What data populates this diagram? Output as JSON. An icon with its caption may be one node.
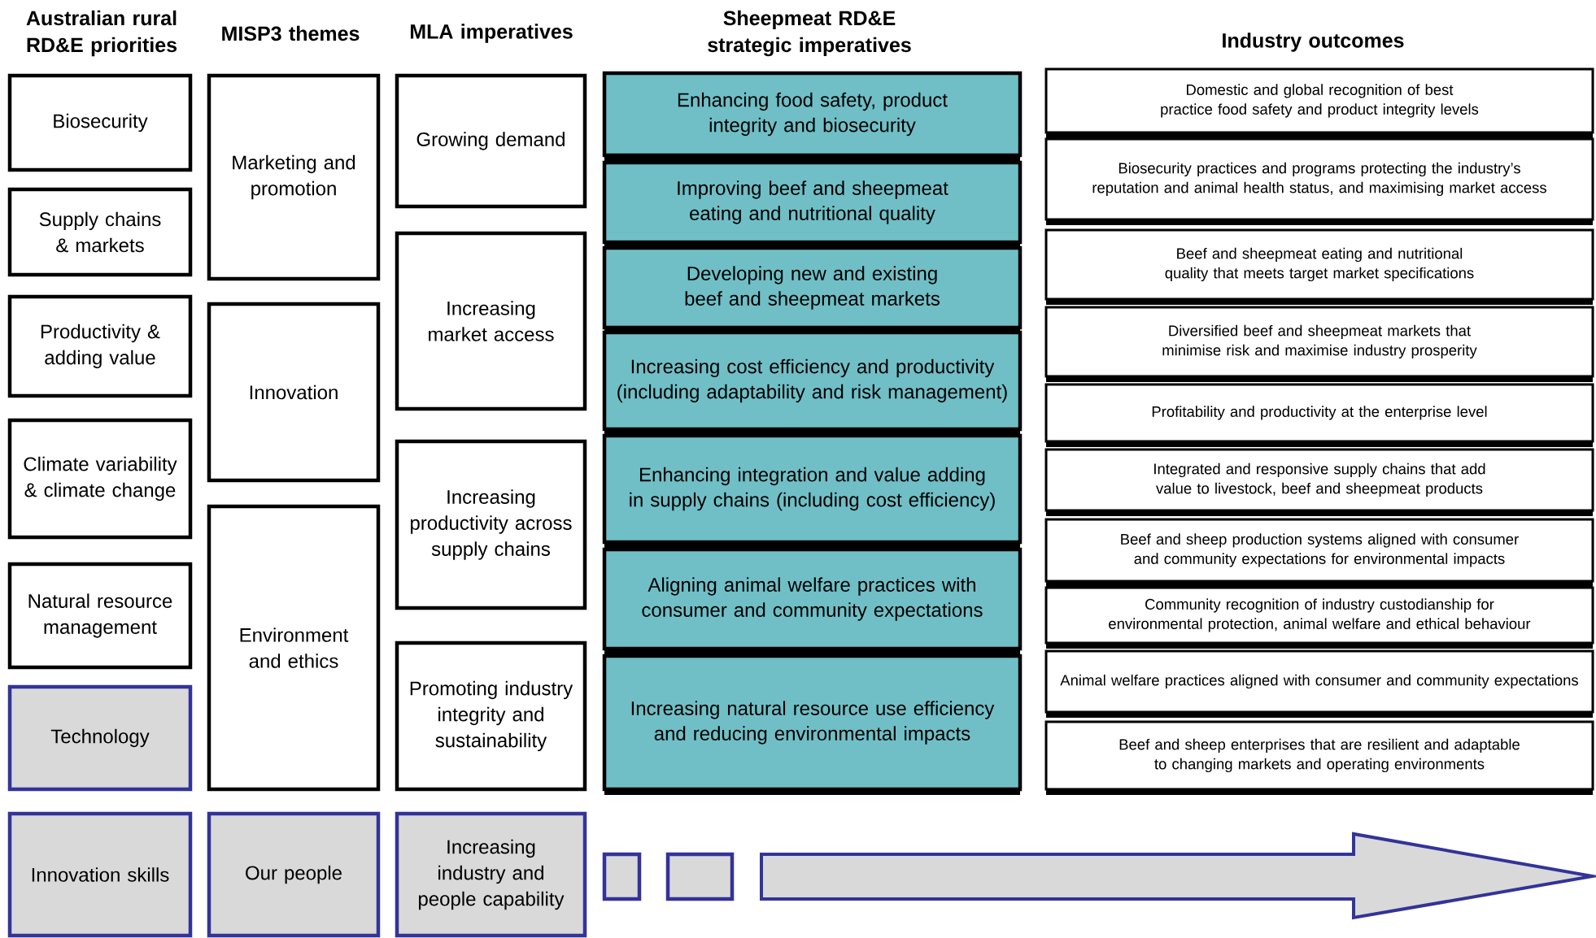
{
  "diagram": {
    "nodes": [
      {
        "text": [
          "Biosecurity"
        ]
      },
      {
        "text": [
          "Supply chains & markets"
        ]
      },
      {
        "text": [
          "Productivity & adding value"
        ]
      },
      {
        "text": [
          "Climate variability & climate change"
        ]
      },
      {
        "text": [
          "Natural resource management"
        ]
      },
      {
        "text": [
          "Technology"
        ]
      },
      {
        "text": [
          "Innovation skills"
        ]
      },
      {
        "text": [
          "Marketing and promotion"
        ]
      },
      {
        "text": [
          "Innovation"
        ]
      },
      {
        "text": [
          "Environment and ethics"
        ]
      },
      {
        "text": [
          "Our people"
        ]
      },
      {
        "text": [
          "Growing demand"
        ]
      },
      {
        "text": [
          "Increasing market access"
        ]
      },
      {
        "text": [
          "Increasing productivity across supply chains"
        ]
      },
      {
        "text": [
          "Promoting industry integrity and sustainability"
        ]
      },
      {
        "text": [
          "Increasing industry and people capability"
        ]
      },
      {
        "text": [
          "Enhancing food safety, product integrity and biosecurity"
        ]
      },
      {
        "text": [
          "Improving beef and sheepmeat eating and nutritional quality"
        ]
      },
      {
        "text": [
          "Developing new and existing beef and sheepmeat markets"
        ]
      },
      {
        "text": [
          "Increasing cost efficiency and productivity (including adaptability and risk management)"
        ]
      },
      {
        "text": [
          "Enhancing integration and value adding in supply chains (including cost efficiency)"
        ]
      },
      {
        "text": [
          "Aligning animal welfare practices with consumer and community expectations"
        ]
      },
      {
        "text": [
          "Increasing natural resource use efficiency and reducing environmental impacts"
        ]
      },
      {
        "text": [
          "Domestic and global recognition of best practice food safety and product integrity levels"
        ]
      },
      {
        "text": [
          "Biosecurity practices and programs protecting the industry’s reputation and animal health status, and maximising market access"
        ]
      },
      {
        "text": [
          "Beef and sheepmeat eating and nutritional quality that meets target market specifications"
        ]
      },
      {
        "text": [
          "Diversified beef and sheepmeat markets that minimise risk and maximise industry prosperity"
        ]
      },
      {
        "text": [
          "Profitability and productivity at the enterprise level"
        ]
      },
      {
        "text": [
          "Integrated and responsive supply chains that add value to livestock, beef and sheepmeat products"
        ]
      },
      {
        "text": [
          "Beef and sheep production systems aligned with consumer and community expectations for environmental impacts"
        ]
      },
      {
        "text": [
          "Community recognition of industry custodianship for environmental protection, animal welfare and ethical behaviour"
        ]
      },
      {
        "text": [
          "Animal welfare practices aligned with consumer and community expectations"
        ]
      },
      {
        "text": [
          "Beef and sheep enterprises that are resilient and adaptable to changing markets and operating environments"
        ]
      },
      {
        "text": [],
        "shape": "box"
      },
      {
        "text": [],
        "shape": "box"
      }
    ],
    "labels": [
      "Australian rural RD&E priorities",
      "MISP3 themes",
      "MLA imperatives",
      "Sheepmeat RD&E strategic imperatives",
      "Industry outcomes"
    ]
  }
}
